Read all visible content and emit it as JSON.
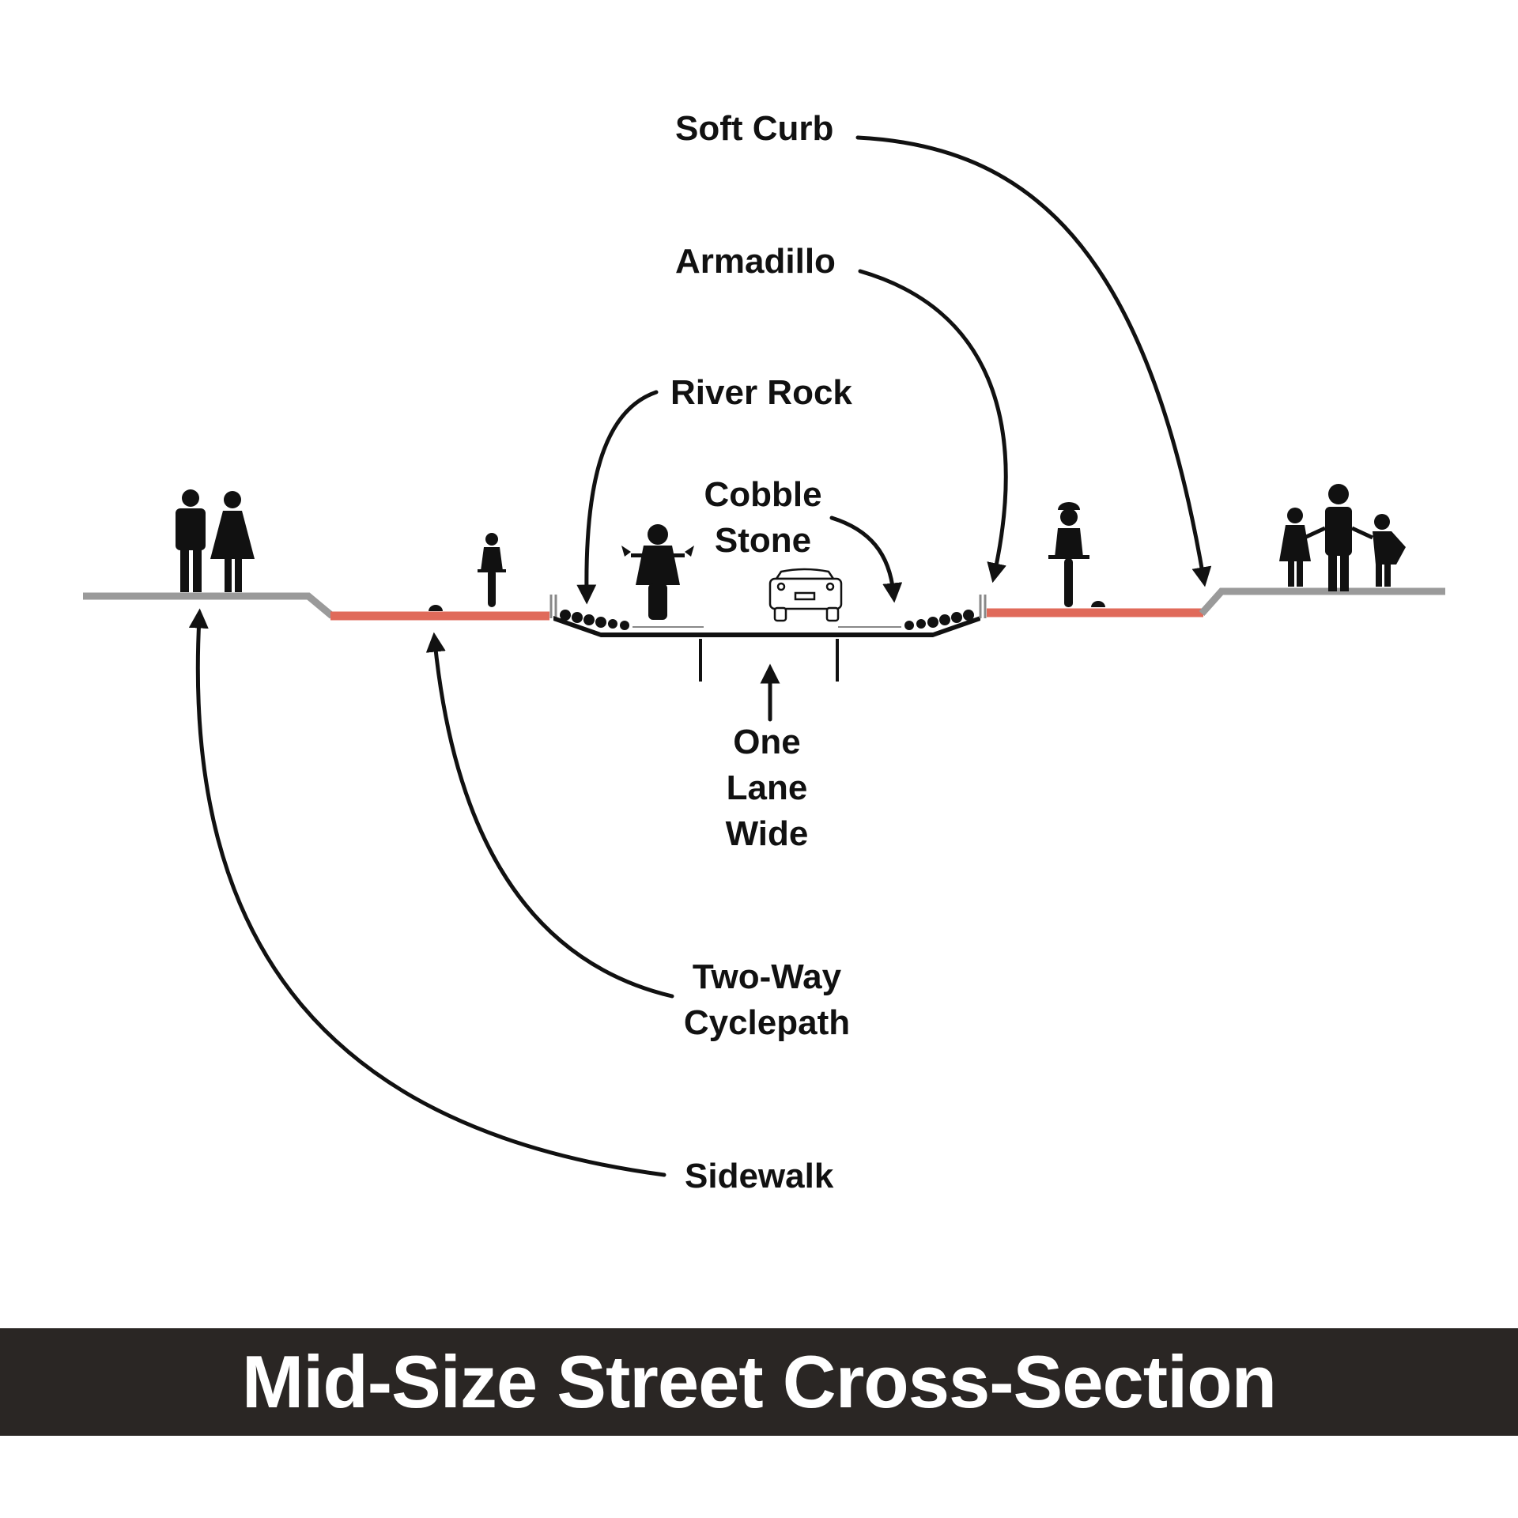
{
  "labels": {
    "soft_curb": "Soft Curb",
    "armadillo": "Armadillo",
    "river_rock": "River Rock",
    "cobble_stone": [
      "Cobble",
      "Stone"
    ],
    "one_lane_wide": [
      "One",
      "Lane",
      "Wide"
    ],
    "two_way_cyclepath": [
      "Two-Way",
      "Cyclepath"
    ],
    "sidewalk": "Sidewalk"
  },
  "title": "Mid-Size Street Cross-Section",
  "colors": {
    "cyclepath": "#e06a5a",
    "sidewalk": "#9a9a9a",
    "ink": "#111111",
    "title_bar": "#2a2624",
    "title_text": "#ffffff"
  },
  "icons": [
    "pedestrian-couple-icon",
    "cyclist-icon",
    "motorcycle-icon",
    "car-icon",
    "family-icon"
  ]
}
